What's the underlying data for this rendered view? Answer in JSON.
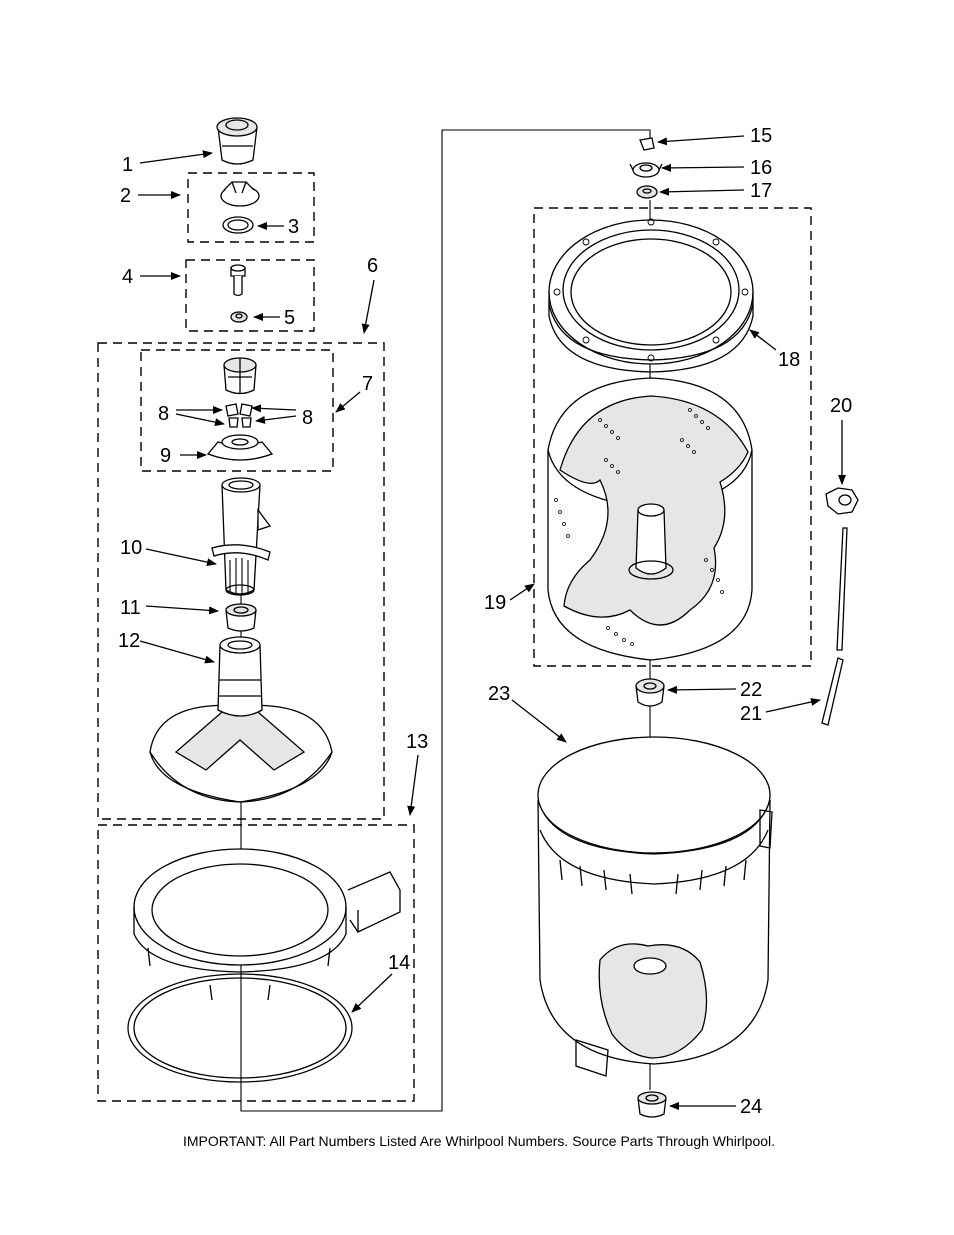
{
  "callouts": {
    "c1": "1",
    "c2": "2",
    "c3": "3",
    "c4": "4",
    "c5": "5",
    "c6": "6",
    "c7": "7",
    "c8a": "8",
    "c8b": "8",
    "c9": "9",
    "c10": "10",
    "c11": "11",
    "c12": "12",
    "c13": "13",
    "c14": "14",
    "c15": "15",
    "c16": "16",
    "c17": "17",
    "c18": "18",
    "c19": "19",
    "c20": "20",
    "c21": "21",
    "c22": "22",
    "c23": "23",
    "c24": "24"
  },
  "footnote": "IMPORTANT: All Part Numbers Listed Are Whirlpool Numbers. Source Parts Through Whirlpool."
}
